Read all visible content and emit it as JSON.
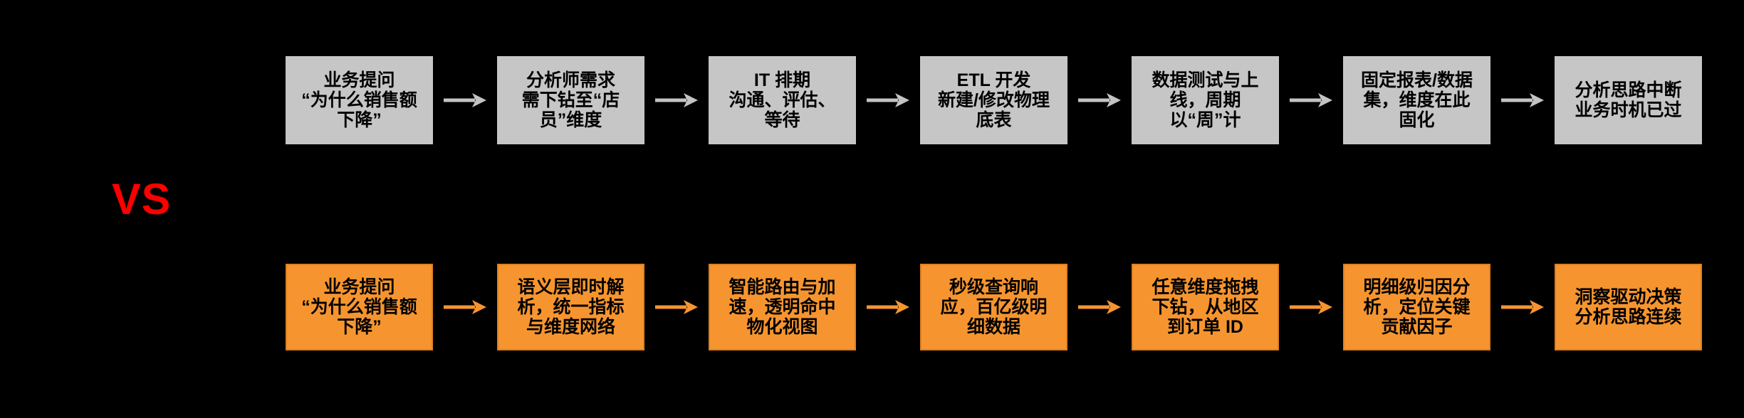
{
  "vs_label": "VS",
  "colors": {
    "background": "#000000",
    "traditional_box_fill": "#C6C6C6",
    "traditional_arrow": "#C3C3C3",
    "modern_box_fill": "#F6952F",
    "modern_box_border": "#E0801F",
    "modern_arrow": "#F6952F",
    "vs_text": "#FF0000",
    "step_text": "#000000"
  },
  "rows": [
    {
      "name": "traditional-flow",
      "steps": [
        {
          "text": "业务提问\n“为什么销售额下降”"
        },
        {
          "text": "分析师需求\n需下钻至“店员”维度"
        },
        {
          "text": "IT 排期\n沟通、评估、等待"
        },
        {
          "text": "ETL 开发\n新建/修改物理底表"
        },
        {
          "text": "数据测试与上线，周期以“周”计"
        },
        {
          "text": "固定报表/数据集，维度在此固化"
        },
        {
          "text": "分析思路中断\n业务时机已过"
        }
      ]
    },
    {
      "name": "modern-flow",
      "steps": [
        {
          "text": "业务提问\n“为什么销售额下降”"
        },
        {
          "text": "语义层即时解析，统一指标与维度网络"
        },
        {
          "text": "智能路由与加速，透明命中物化视图"
        },
        {
          "text": "秒级查询响应，百亿级明细数据"
        },
        {
          "text": "任意维度拖拽下钻，从地区到订单 ID"
        },
        {
          "text": "明细级归因分析，定位关键贡献因子"
        },
        {
          "text": "洞察驱动决策\n分析思路连续"
        }
      ]
    }
  ]
}
